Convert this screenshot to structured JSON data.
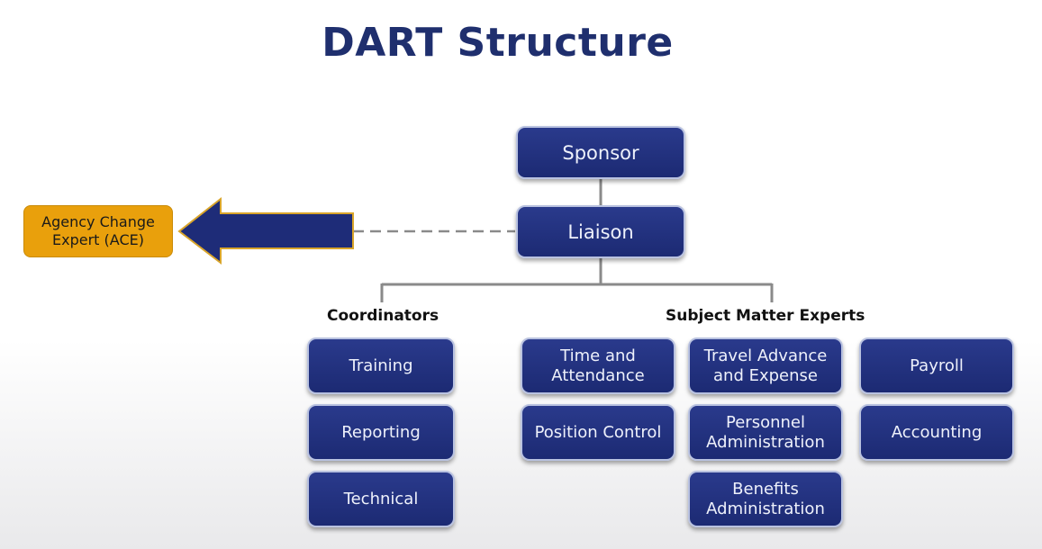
{
  "title": "DART Structure",
  "top": {
    "sponsor": "Sponsor",
    "liaison": "Liaison"
  },
  "ace": "Agency Change\nExpert (ACE)",
  "coordinators": {
    "heading": "Coordinators",
    "items": [
      "Training",
      "Reporting",
      "Technical"
    ]
  },
  "sme": {
    "heading": "Subject Matter Experts",
    "col1": [
      "Time and\nAttendance",
      "Position Control"
    ],
    "col2": [
      "Travel Advance\nand Expense",
      "Personnel\nAdministration",
      "Benefits\nAdministration"
    ],
    "col3": [
      "Payroll",
      "Accounting"
    ]
  },
  "colors": {
    "box_fill": "#1c2a73",
    "box_border": "#b9c2e0",
    "ace_fill": "#e9a00c",
    "arrow_fill": "#1e2c78",
    "arrow_border": "#d9a52a",
    "title": "#1f2f6e",
    "connector": "#8a8a8a"
  }
}
